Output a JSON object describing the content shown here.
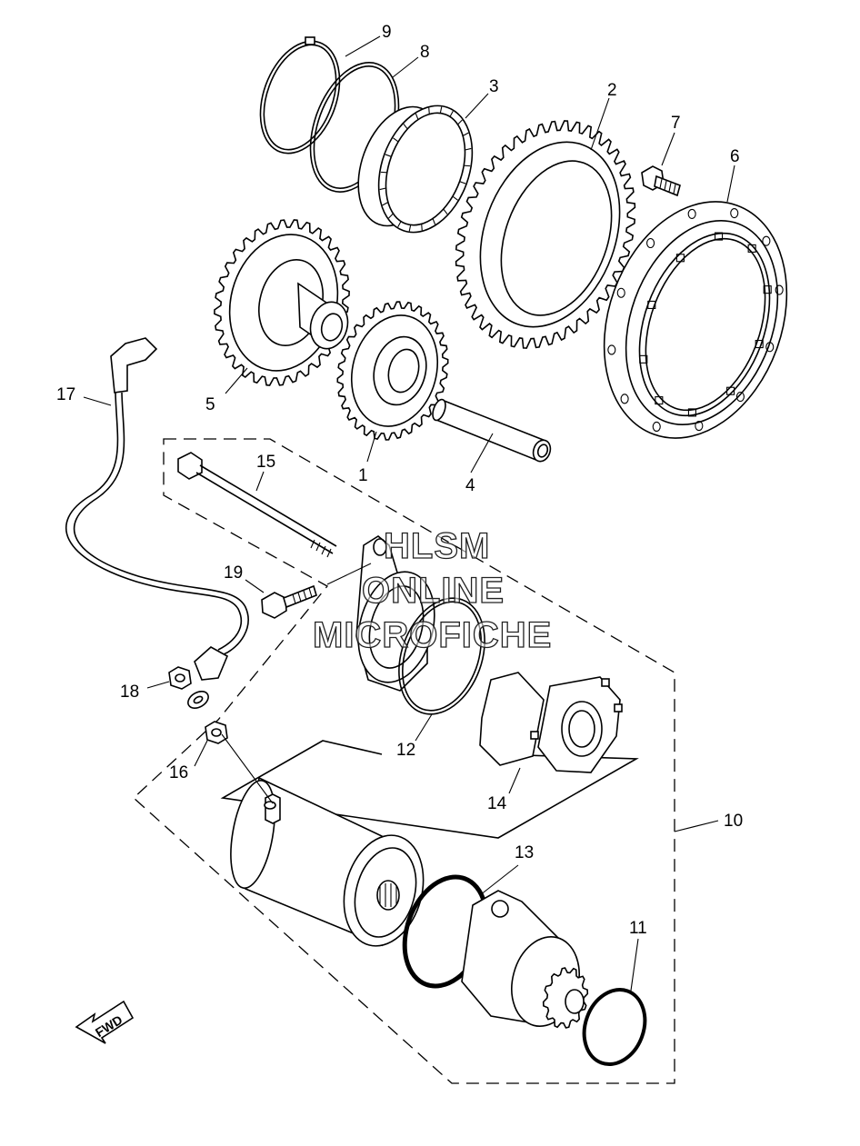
{
  "diagram": {
    "callouts": [
      {
        "id": "c1",
        "text": "1"
      },
      {
        "id": "c2",
        "text": "2"
      },
      {
        "id": "c3",
        "text": "3"
      },
      {
        "id": "c4",
        "text": "4"
      },
      {
        "id": "c5",
        "text": "5"
      },
      {
        "id": "c6",
        "text": "6"
      },
      {
        "id": "c7",
        "text": "7"
      },
      {
        "id": "c8",
        "text": "8"
      },
      {
        "id": "c9",
        "text": "9"
      },
      {
        "id": "c10",
        "text": "10"
      },
      {
        "id": "c11",
        "text": "11"
      },
      {
        "id": "c12",
        "text": "12"
      },
      {
        "id": "c13",
        "text": "13"
      },
      {
        "id": "c14",
        "text": "14"
      },
      {
        "id": "c15",
        "text": "15"
      },
      {
        "id": "c16",
        "text": "16"
      },
      {
        "id": "c17",
        "text": "17"
      },
      {
        "id": "c18",
        "text": "18"
      },
      {
        "id": "c19",
        "text": "19"
      }
    ],
    "watermark": {
      "line1": "HLSM",
      "line2": "ONLINE",
      "line3": "MICROFICHE"
    },
    "direction_arrow": {
      "text": "FWD"
    }
  }
}
